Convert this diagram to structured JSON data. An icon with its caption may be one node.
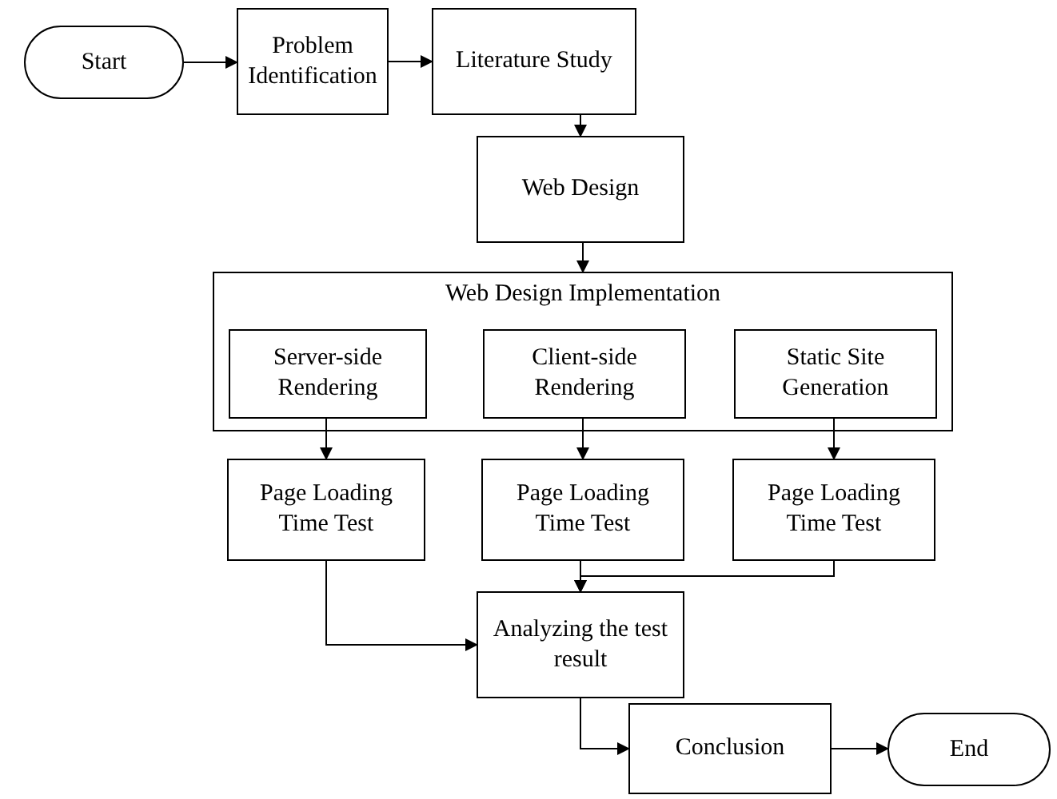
{
  "diagram": {
    "nodes": [
      {
        "text": [
          "Start"
        ]
      },
      {
        "text": [
          "Problem Identification"
        ]
      },
      {
        "text": [
          "Literature Study"
        ]
      },
      {
        "text": [
          "Web Design"
        ]
      },
      {
        "text": [
          "Web Design Implementation"
        ]
      },
      {
        "text": [
          "Server-side Rendering"
        ],
        "in": 4
      },
      {
        "text": [
          "Client-side Rendering"
        ],
        "in": 4
      },
      {
        "text": [
          "Static Site Generation"
        ],
        "in": 4
      },
      {
        "text": [
          "Page Loading Time Test"
        ]
      },
      {
        "text": [
          "Page Loading Time Test"
        ]
      },
      {
        "text": [
          "Page Loading Time Test"
        ]
      },
      {
        "text": [
          "Analyzing the test result"
        ]
      },
      {
        "text": [
          "Conclusion"
        ]
      },
      {
        "text": [
          "End"
        ]
      }
    ],
    "edges": [
      {
        "from": 0,
        "to": 1,
        "arrow": "to"
      },
      {
        "from": 1,
        "to": 2,
        "arrow": "to"
      },
      {
        "from": 2,
        "to": 3,
        "arrow": "to"
      },
      {
        "from": 3,
        "to": 4,
        "arrow": "to"
      },
      {
        "from": 5,
        "to": 8,
        "arrow": "to"
      },
      {
        "from": 6,
        "to": 9,
        "arrow": "to"
      },
      {
        "from": 7,
        "to": 10,
        "arrow": "to"
      },
      {
        "from": 8,
        "to": 11,
        "arrow": "to"
      },
      {
        "from": 9,
        "to": 11,
        "arrow": "to"
      },
      {
        "from": 10,
        "to": 11,
        "arrow": "to"
      },
      {
        "from": 11,
        "to": 12,
        "arrow": "to"
      },
      {
        "from": 12,
        "to": 13,
        "arrow": "to"
      }
    ]
  }
}
